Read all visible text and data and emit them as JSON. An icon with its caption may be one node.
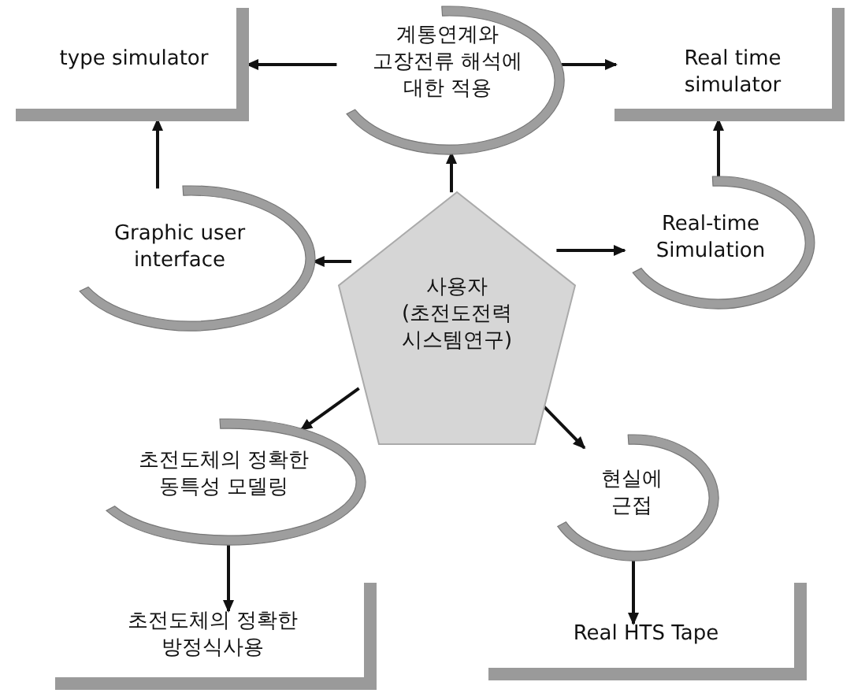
{
  "diagram": {
    "nodes": [
      {
        "text": [
          "type simulator"
        ]
      },
      {
        "text": [
          "계통연계와 고장전류 해석에 대한 적용"
        ]
      },
      {
        "text": [
          "Real time simulator"
        ]
      },
      {
        "text": [
          "Graphic user interface"
        ]
      },
      {
        "text": [
          "사용자 (초전도전력 시스템연구)"
        ]
      },
      {
        "text": [
          "Real-time Simulation"
        ]
      },
      {
        "text": [
          "초전도체의 정확한 동특성 모델링"
        ]
      },
      {
        "text": [
          "현실에 근접"
        ]
      },
      {
        "text": [
          "초전도체의 정확한 방정식사용"
        ]
      },
      {
        "text": [
          "Real HTS Tape"
        ]
      }
    ],
    "edges": [
      {
        "from": 1,
        "to": 0,
        "arrow": "to"
      },
      {
        "from": 1,
        "to": 2,
        "arrow": "to"
      },
      {
        "from": 3,
        "to": 0,
        "arrow": "to"
      },
      {
        "from": 4,
        "to": 1,
        "arrow": "to"
      },
      {
        "from": 5,
        "to": 2,
        "arrow": "to"
      },
      {
        "from": 4,
        "to": 3,
        "arrow": "to"
      },
      {
        "from": 4,
        "to": 5,
        "arrow": "to"
      },
      {
        "from": 4,
        "to": 6,
        "arrow": "to"
      },
      {
        "from": 4,
        "to": 7,
        "arrow": "to"
      },
      {
        "from": 6,
        "to": 8,
        "arrow": "to"
      },
      {
        "from": 7,
        "to": 9,
        "arrow": "to"
      }
    ]
  }
}
